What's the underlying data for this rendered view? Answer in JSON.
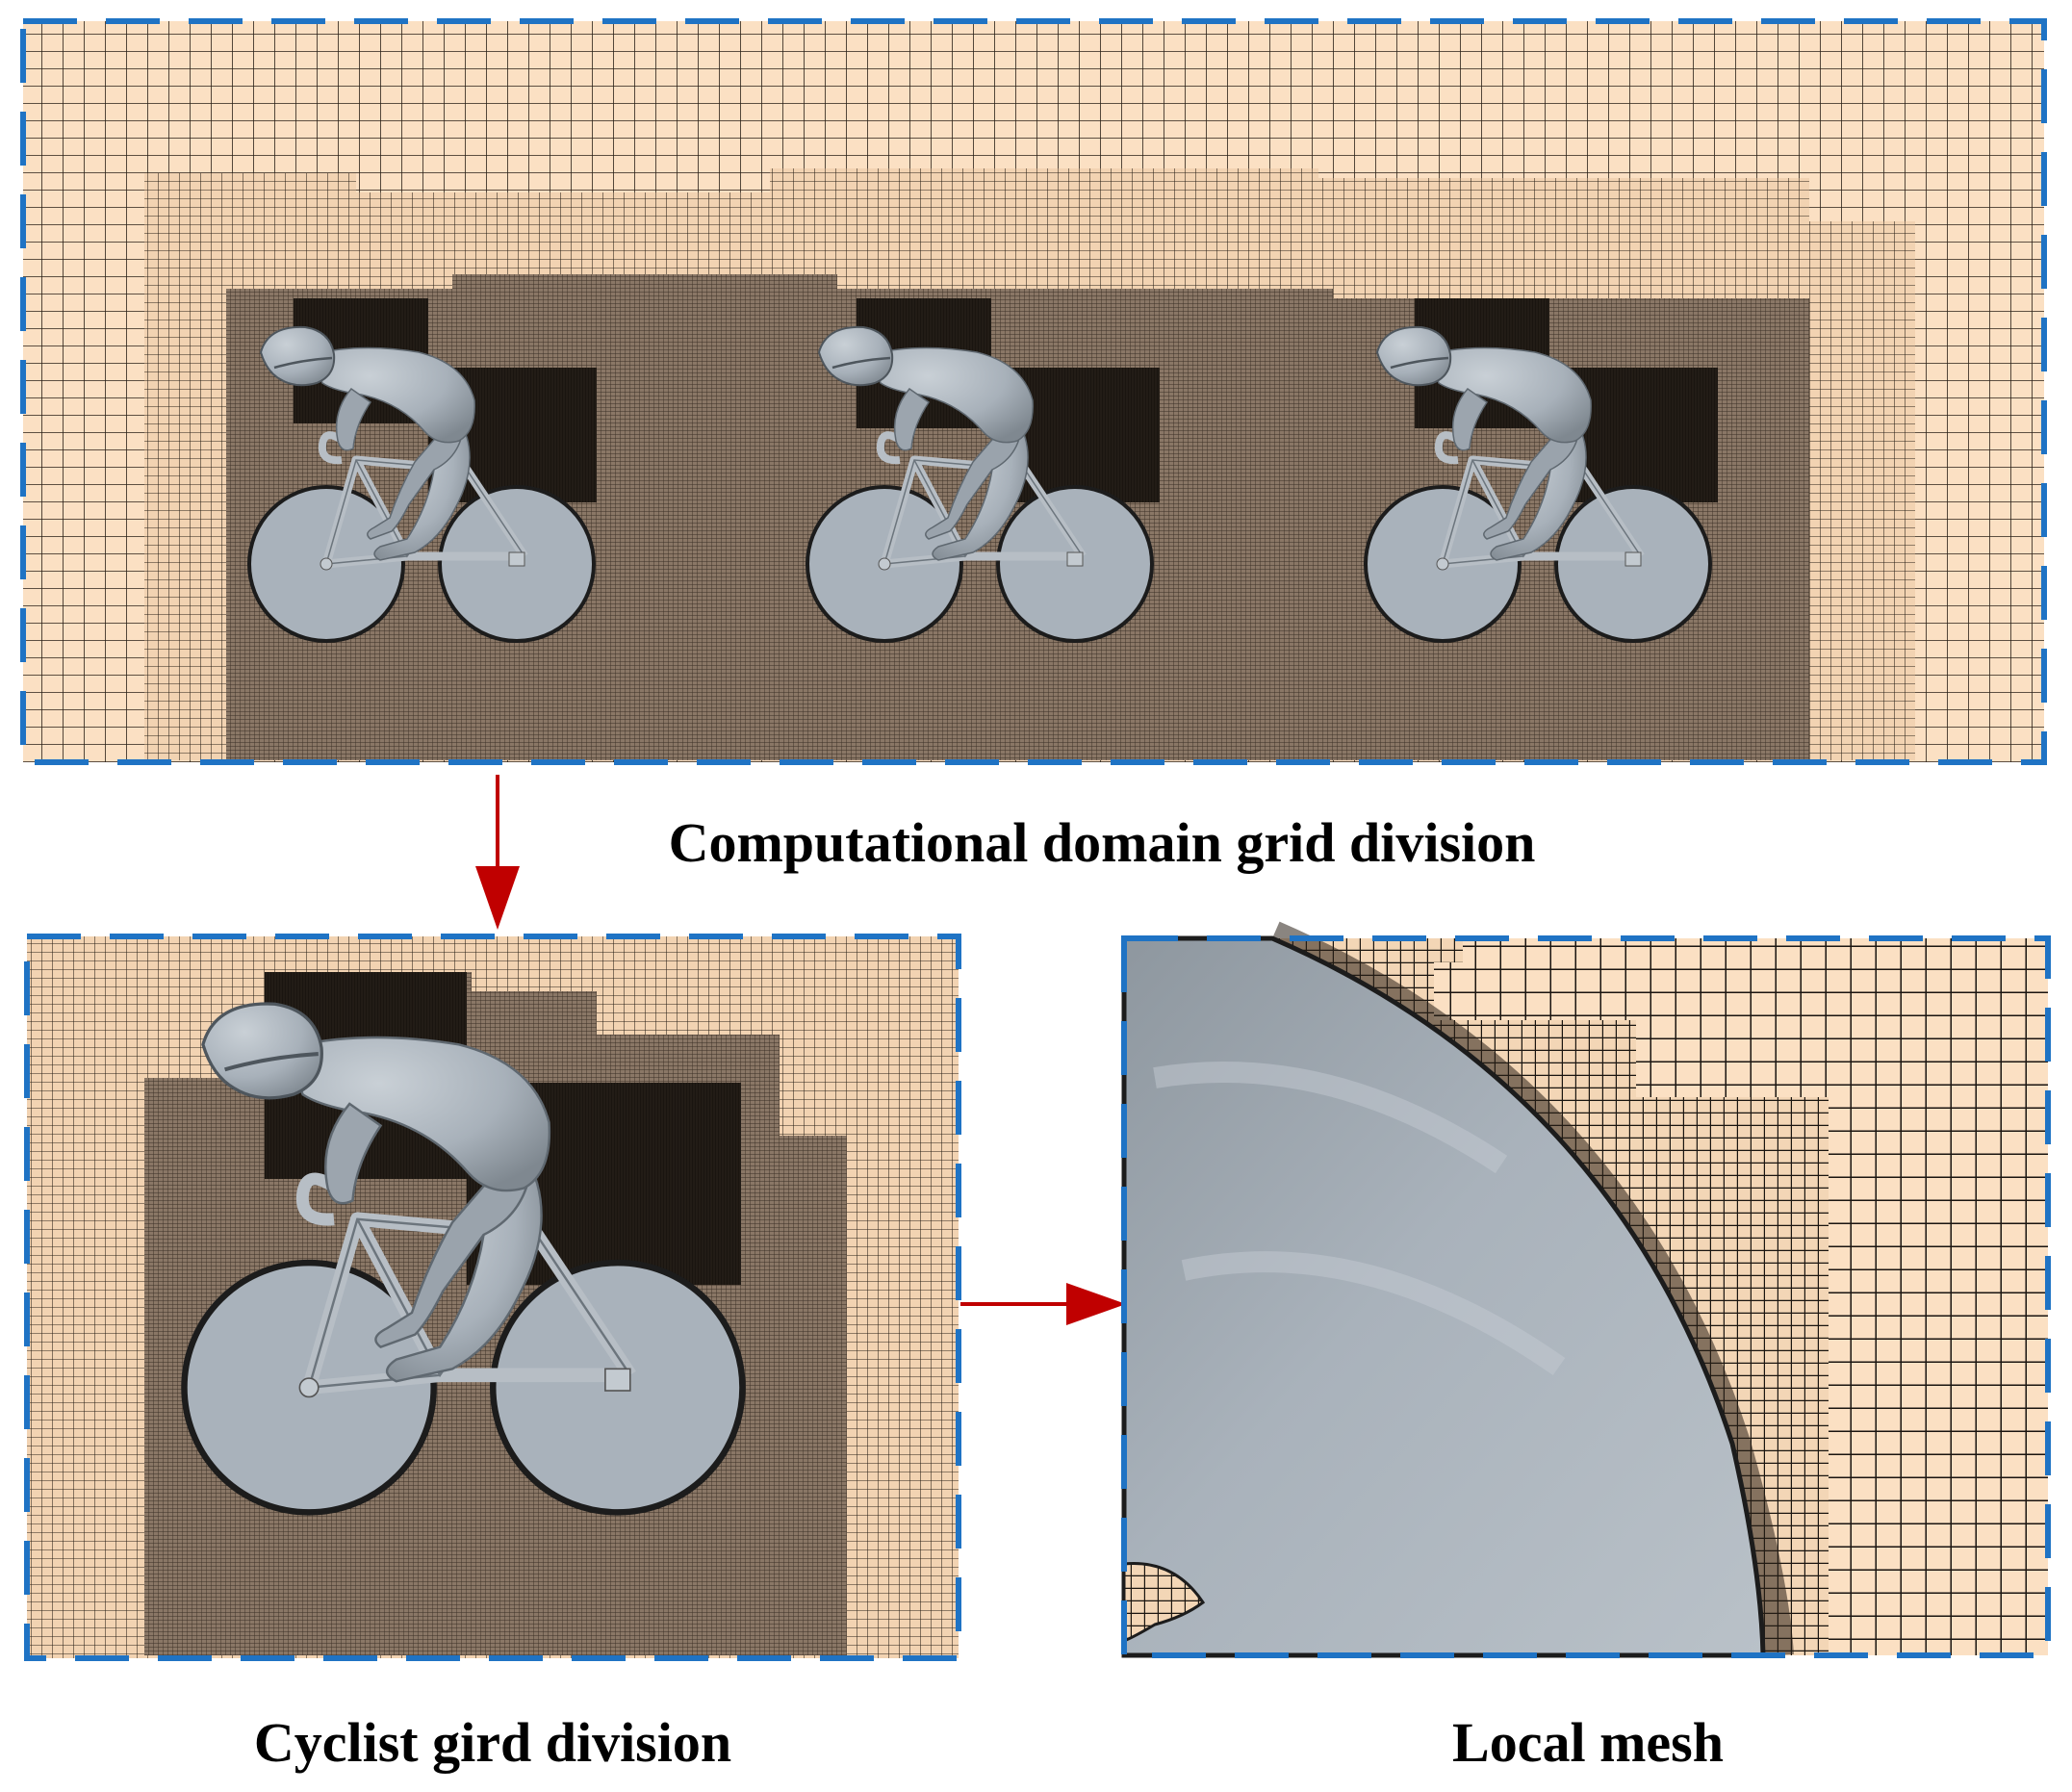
{
  "figure": {
    "panels": [
      {
        "id": "computational-domain",
        "caption": "Computational domain grid division"
      },
      {
        "id": "cyclist",
        "caption": "Cyclist gird division"
      },
      {
        "id": "local",
        "caption": "Local mesh"
      }
    ],
    "cyclist_count": 3
  },
  "colors": {
    "frame_border": "#1f73c4",
    "arrow": "#c00000",
    "mesh_background": "#fbe0c3",
    "mesh_line": "#2a2118",
    "refined_mesh": "#6e5e4e",
    "dense_mesh": "#181410",
    "cyclist_body": "#a9b2bb",
    "outline": "#1c1c1c"
  }
}
